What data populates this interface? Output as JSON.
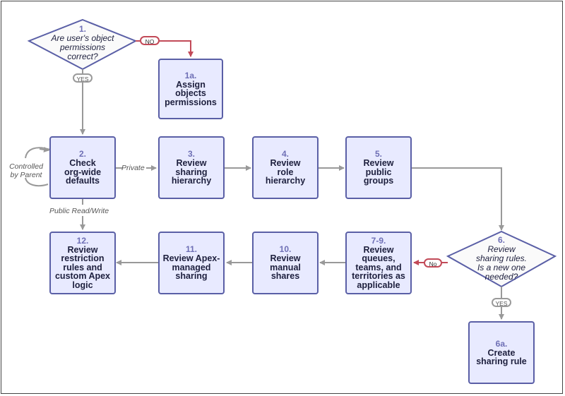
{
  "colors": {
    "box_fill": "#e8eaff",
    "box_border": "#5a5fa6",
    "edge": "#999999",
    "no_edge": "#c24a58"
  },
  "decisions": {
    "d1": {
      "number": "1.",
      "lines": [
        "Are user's object",
        "permissions",
        "correct?"
      ]
    },
    "d6": {
      "number": "6.",
      "lines": [
        "Review",
        "sharing rules.",
        "Is a new one",
        "needed?"
      ]
    }
  },
  "steps": {
    "s1a": {
      "number": "1a.",
      "lines": [
        "Assign",
        "objects",
        "permissions"
      ]
    },
    "s2": {
      "number": "2.",
      "lines": [
        "Check",
        "org-wide",
        "defaults"
      ]
    },
    "s3": {
      "number": "3.",
      "lines": [
        "Review",
        "sharing",
        "hierarchy"
      ]
    },
    "s4": {
      "number": "4.",
      "lines": [
        "Review",
        "role",
        "hierarchy"
      ]
    },
    "s5": {
      "number": "5.",
      "lines": [
        "Review",
        "public",
        "groups"
      ]
    },
    "s6a": {
      "number": "6a.",
      "lines": [
        "Create",
        "sharing rule"
      ]
    },
    "s7": {
      "number": "7-9.",
      "lines": [
        "Review",
        "queues,",
        "teams, and",
        "territories as",
        "applicable"
      ]
    },
    "s10": {
      "number": "10.",
      "lines": [
        "Review",
        "manual",
        "shares"
      ]
    },
    "s11": {
      "number": "11.",
      "lines": [
        "Review Apex-",
        "managed",
        "sharing"
      ]
    },
    "s12": {
      "number": "12.",
      "lines": [
        "Review",
        "restriction",
        "rules and",
        "custom Apex",
        "logic"
      ]
    }
  },
  "edge_labels": {
    "no1": "NO",
    "yes1": "YES",
    "no6": "No",
    "yes6": "YES",
    "private": "Private",
    "public_rw": "Public Read/Write",
    "controlled_1": "Controlled",
    "controlled_2": "by Parent"
  }
}
